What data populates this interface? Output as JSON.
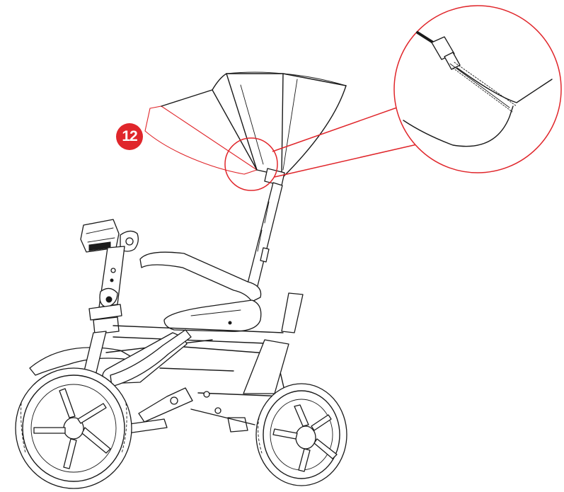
{
  "step": {
    "number": "12",
    "badge_color": "#e0262b"
  },
  "callout": {
    "color": "#e0262b",
    "detail": "canopy-fabric-edge-clip"
  },
  "illustration": {
    "subject": "tricycle-with-canopy",
    "stroke_color": "#1a1a1a",
    "background": "#ffffff"
  }
}
